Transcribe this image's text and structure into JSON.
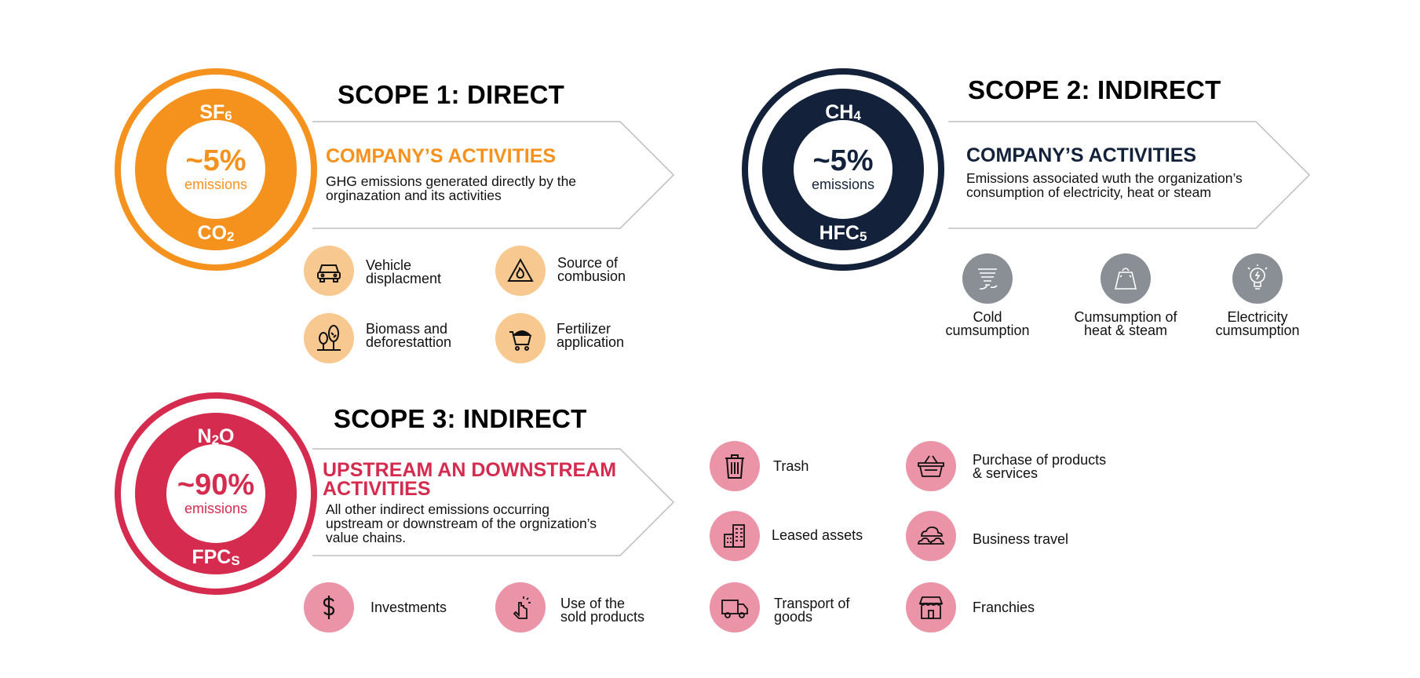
{
  "colors": {
    "orange": "#f5921e",
    "navy": "#13223a",
    "crimson": "#d42b4e",
    "grey": "#8a8f95"
  },
  "scope1": {
    "title": "SCOPE 1: DIRECT",
    "gas_top": "SF",
    "gas_top_sub": "6",
    "gas_bottom": "CO",
    "gas_bottom_sub": "2",
    "percent": "~5%",
    "emissions_label": "emissions",
    "activity_title": "COMPANY’S ACTIVITIES",
    "activity_desc_1": "GHG emissions generated directly by the",
    "activity_desc_2": "orginazation and its activities",
    "items": [
      {
        "icon": "car-icon",
        "label_1": "Vehicle",
        "label_2": "displacment"
      },
      {
        "icon": "flame-icon",
        "label_1": "Source of",
        "label_2": "combusion"
      },
      {
        "icon": "trees-icon",
        "label_1": "Biomass and",
        "label_2": "deforestattion"
      },
      {
        "icon": "fertilizer-cart-icon",
        "label_1": "Fertilizer",
        "label_2": "application"
      }
    ]
  },
  "scope2": {
    "title": "SCOPE 2: INDIRECT",
    "gas_top": "CH",
    "gas_top_sub": "4",
    "gas_bottom": "HFC",
    "gas_bottom_sub": "5",
    "percent": "~5%",
    "emissions_label": "emissions",
    "activity_title": "COMPANY’S ACTIVITIES",
    "activity_desc_1": "Emissions associated wuth the organization’s",
    "activity_desc_2": "consumption of electricity, heat or steam",
    "items": [
      {
        "icon": "wind-icon",
        "label_1": "Cold",
        "label_2": "cumsumption"
      },
      {
        "icon": "heater-bag-icon",
        "label_1": "Cumsumption of",
        "label_2": "heat & steam"
      },
      {
        "icon": "lightbulb-icon",
        "label_1": "Electricity",
        "label_2": "cumsumption"
      }
    ]
  },
  "scope3": {
    "title": "SCOPE 3: INDIRECT",
    "gas_top": "N",
    "gas_top_sub": "2",
    "gas_top_after": "O",
    "gas_bottom": "FPC",
    "gas_bottom_sub": "S",
    "percent": "~90%",
    "emissions_label": "emissions",
    "activity_title_1": "UPSTREAM AN  DOWNSTREAM",
    "activity_title_2": "ACTIVITIES",
    "activity_desc_1": "All other indirect emissions occurring",
    "activity_desc_2": "upstream or downstream of the orgnization’s",
    "activity_desc_3": "value chains.",
    "items": [
      {
        "icon": "dollar-icon",
        "label_1": "Investments",
        "label_2": ""
      },
      {
        "icon": "hand-touch-icon",
        "label_1": "Use of the",
        "label_2": "sold products"
      },
      {
        "icon": "trash-icon",
        "label_1": "Trash",
        "label_2": ""
      },
      {
        "icon": "building-icon",
        "label_1": "Leased assets",
        "label_2": ""
      },
      {
        "icon": "truck-icon",
        "label_1": "Transport of",
        "label_2": "goods"
      },
      {
        "icon": "basket-icon",
        "label_1": "Purchase of products",
        "label_2": "& services"
      },
      {
        "icon": "clouds-icon",
        "label_1": "Business travel",
        "label_2": ""
      },
      {
        "icon": "store-icon",
        "label_1": "Franchies",
        "label_2": ""
      }
    ]
  }
}
